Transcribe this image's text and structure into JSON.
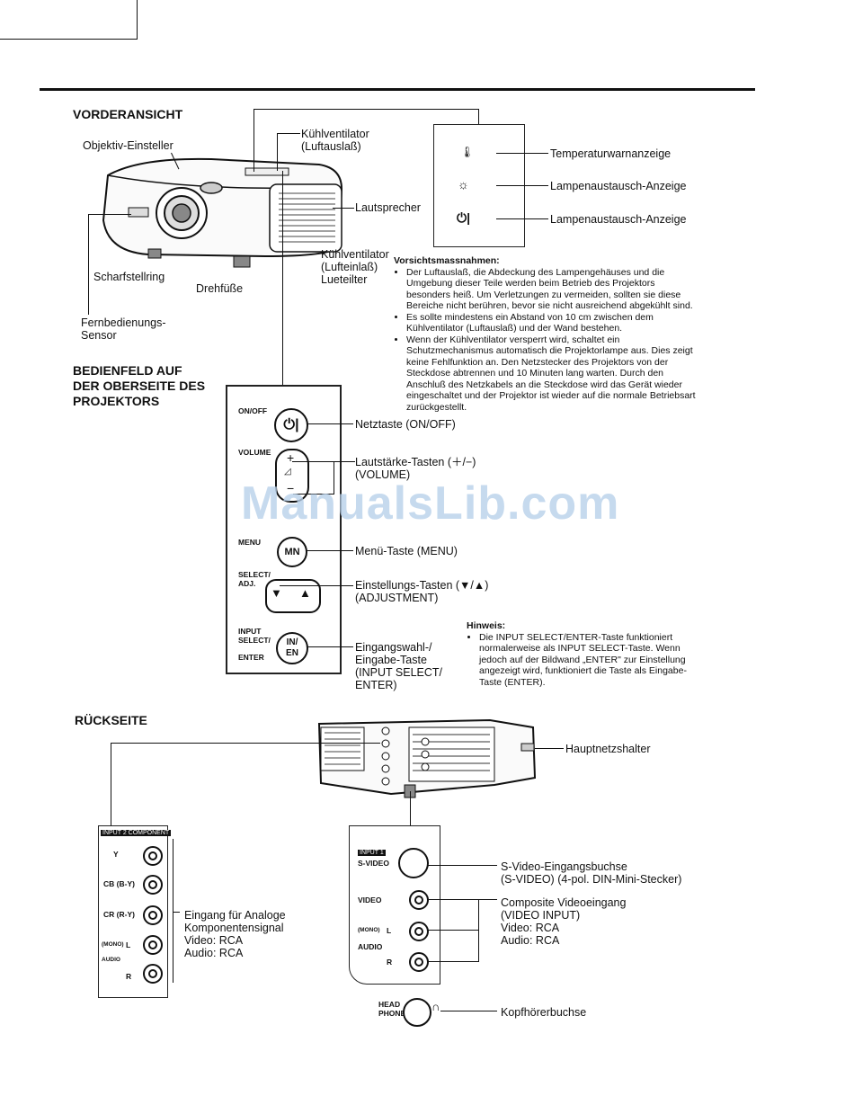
{
  "headings": {
    "front_view": "VORDERANSICHT",
    "control_panel": [
      "BEDIENFELD AUF",
      "DER OBERSEITE DES",
      "PROJEKTORS"
    ],
    "rear": "RÜCKSEITE"
  },
  "front_labels": {
    "lens_adjuster": "Objektiv-Einsteller",
    "cooling_fan_out": [
      "Kühlventilator",
      "(Luftauslaß)"
    ],
    "speaker": "Lautsprecher",
    "cooling_fan_in": [
      "Kühlventilator",
      "(Lufteinlaß)",
      "Lueteilter"
    ],
    "focus_ring": "Scharfstellring",
    "feet": "Drehfüße",
    "remote_sensor": [
      "Fernbedienungs-",
      "Sensor"
    ]
  },
  "indicators": {
    "temp": "Temperaturwarnanzeige",
    "lamp1": "Lampenaustausch-Anzeige",
    "lamp2": "Lampenaustausch-Anzeige"
  },
  "precautions": {
    "title": "Vorsichtsmassnahmen:",
    "items": [
      "Der Luftauslaß, die Abdeckung des Lampengehäuses und die Umgebung dieser Teile werden beim Betrieb des Projektors besonders heiß. Um Verletzungen zu vermeiden, sollten sie diese Bereiche nicht berühren, bevor sie nicht ausreichend abgekühlt sind.",
      "Es sollte mindestens ein Abstand von 10 cm zwischen dem Kühlventilator (Luftauslaß) und der Wand bestehen.",
      "Wenn der Kühlventilator versperrt wird, schaltet ein Schutzmechanismus automatisch die Projektorlampe aus. Dies zeigt keine Fehlfunktion an. Den Netzstecker des Projektors von der Steckdose abtrennen und 10 Minuten lang warten. Durch den Anschluß des Netzkabels an die Steckdose wird das Gerät wieder eingeschaltet und der Projektor ist wieder auf die normale Betriebsart zurückgestellt."
    ]
  },
  "panel": {
    "onoff": "ON/OFF",
    "volume": "VOLUME",
    "plus": "+",
    "minus": "−",
    "menu": "MENU",
    "mn": "MN",
    "select": [
      "SELECT/",
      "ADJ."
    ],
    "input": [
      "INPUT",
      "SELECT/"
    ],
    "enter": "ENTER",
    "in": "IN/",
    "en": "EN"
  },
  "panel_labels": {
    "power": "Netztaste (ON/OFF)",
    "volume": [
      "Lautstärke-Tasten (＋/−)",
      "(VOLUME)"
    ],
    "menu": "Menü-Taste (MENU)",
    "adjust": [
      "Einstellungs-Tasten (▼/▲)",
      "(ADJUSTMENT)"
    ],
    "input": [
      "Eingangswahl-/",
      "Eingabe-Taste",
      "(INPUT SELECT/",
      "ENTER)"
    ]
  },
  "note": {
    "title": "Hinweis:",
    "text": "Die INPUT SELECT/ENTER-Taste funktioniert normalerweise als INPUT SELECT-Taste. Wenn jedoch auf der Bildwand „ENTER\" zur Einstellung angezeigt wird, funktioniert die Taste als Eingabe-Taste (ENTER)."
  },
  "watermark": "ManualsLib.com",
  "rear_labels": {
    "main_switch": "Hauptnetzshalter",
    "svideo": [
      "S-Video-Eingangsbuchse",
      "(S-VIDEO) (4-pol. DIN-Mini-Stecker)"
    ],
    "composite": [
      "Composite Videoeingang",
      "(VIDEO INPUT)",
      "Video: RCA",
      "Audio: RCA"
    ],
    "headphone": "Kopfhörerbuchse",
    "component": [
      "Eingang für Analoge",
      "Komponentensignal",
      "Video: RCA",
      "Audio: RCA"
    ]
  },
  "input2_panel": {
    "title": "INPUT 2 COMPONENT",
    "y": "Y",
    "cb": "CB (B-Y)",
    "cr": "CR (R-Y)",
    "mono": "(MONO)",
    "audio": "AUDIO",
    "l": "L",
    "r": "R"
  },
  "input1_panel": {
    "title": "INPUT 1",
    "svideo": "S-VIDEO",
    "video": "VIDEO",
    "mono": "(MONO)",
    "l": "L",
    "audio": "AUDIO",
    "r": "R",
    "head": "HEAD",
    "phone": "PHONE"
  }
}
